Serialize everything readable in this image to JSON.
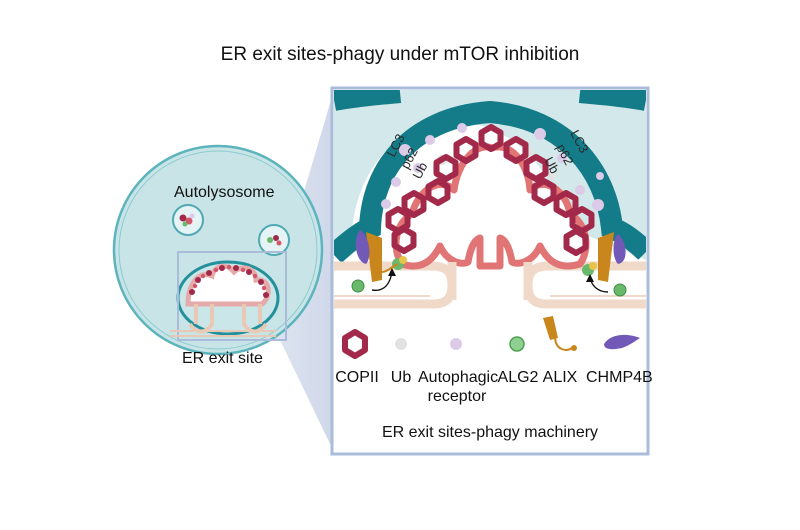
{
  "title": "ER exit sites-phagy under mTOR inhibition",
  "overview": {
    "autolysosome_label": "Autolysosome",
    "er_exit_site_label": "ER exit site"
  },
  "detail": {
    "caption": "ER exit sites-phagy machinery",
    "left_labels": [
      "LC3",
      "p62",
      "Ub"
    ],
    "right_labels": [
      "LC3",
      "p62",
      "Ub"
    ]
  },
  "legend": {
    "copii": "COPII",
    "ub": "Ub",
    "autophagic_line1": "Autophagic",
    "autophagic_line2": "receptor",
    "alg2": "ALG2",
    "alix": "ALIX",
    "chmp4b": "CHMP4B"
  },
  "colors": {
    "copii": "#a3294a",
    "copii_light": "#d3566a",
    "membrane": "#f0d9c8",
    "autophagosome": "#147c88",
    "lumen": "#cfe6e8",
    "ub": "#d8d8d8",
    "receptor": "#dccbe8",
    "alg2": "#69b86c",
    "alix": "#c9861c",
    "chmp4b": "#7359b7",
    "frame": "#a9bcd9"
  }
}
